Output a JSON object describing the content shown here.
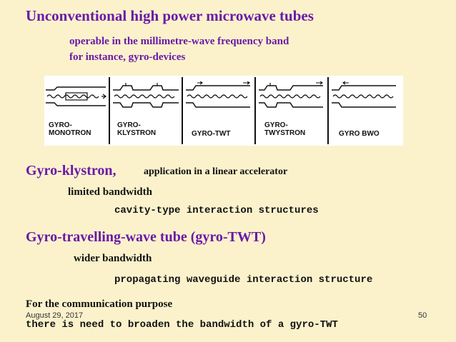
{
  "slide": {
    "title": "Unconventional high power microwave tubes",
    "intro_line1": "operable in the millimetre-wave frequency band",
    "intro_line2": "for instance, gyro-devices",
    "devices": [
      {
        "label": "GYRO-\nMONOTRON"
      },
      {
        "label": "GYRO-\nKLYSTRON"
      },
      {
        "label": "GYRO-TWT"
      },
      {
        "label": "GYRO-\nTWYSTRON"
      },
      {
        "label": "GYRO BWO"
      }
    ],
    "klystron_heading": "Gyro-klystron,",
    "klystron_note": "application in a linear accelerator",
    "klystron_point1": "limited bandwidth",
    "klystron_point2": "cavity-type interaction structures",
    "twt_heading": "Gyro-travelling-wave tube (gyro-TWT)",
    "twt_point1": "wider bandwidth",
    "twt_point2": "propagating waveguide interaction structure",
    "purpose_line1": "For the communication purpose",
    "purpose_line2": "there is need to broaden the bandwidth of a gyro-TWT"
  },
  "footer": {
    "date": "August 29, 2017",
    "page_number": "50"
  }
}
